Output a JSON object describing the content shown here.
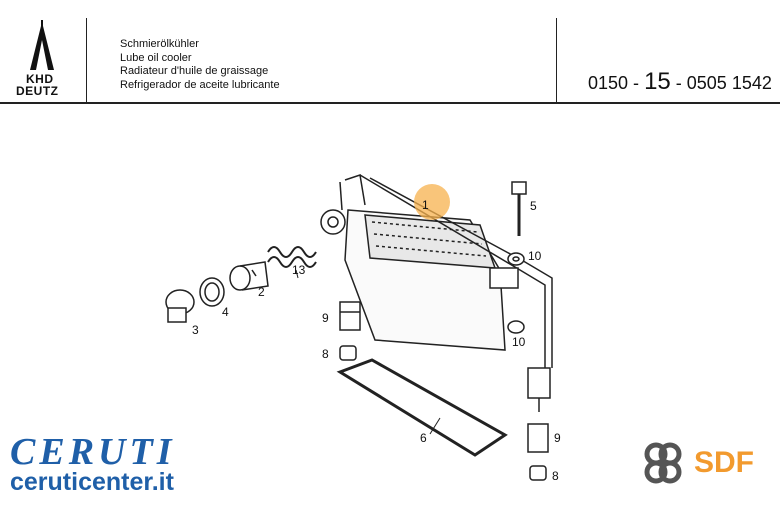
{
  "header": {
    "brand_line1": "KHD",
    "brand_line2": "DEUTZ",
    "titles": [
      "Schmierölkühler",
      "Lube oil cooler",
      "Radiateur d'huile de graissage",
      "Refrigerador de aceite lubricante"
    ],
    "part_number": {
      "prefix": "0150 -",
      "main": "15",
      "suffix": "- 0505 1542"
    }
  },
  "callouts": [
    "1",
    "2",
    "3",
    "4",
    "5",
    "6",
    "8",
    "9",
    "10",
    "13",
    "10",
    "9",
    "8"
  ],
  "watermarks": {
    "ceruti": "CERUTI",
    "ceruti_url": "ceruticenter.it",
    "sdf": "SDF"
  },
  "colors": {
    "ceruti_blue": "#1f5fa8",
    "sdf_orange": "#f29a2e",
    "highlight": "#f7b24e"
  }
}
